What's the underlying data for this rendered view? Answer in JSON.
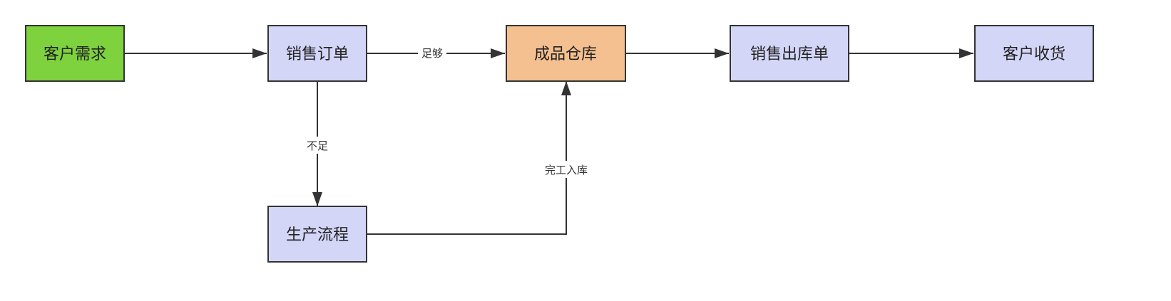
{
  "colors": {
    "start_fill": "#7ed23e",
    "warehouse_fill": "#f5c08f",
    "process_fill": "#d4d6f8",
    "stroke": "#333333",
    "edge": "#333333"
  },
  "nodes": {
    "customer_demand": "客户需求",
    "sales_order": "销售订单",
    "finished_goods_warehouse": "成品仓库",
    "sales_outbound_order": "销售出库单",
    "customer_receipt": "客户收货",
    "production_process": "生产流程"
  },
  "edges": {
    "sufficient": "足够",
    "insufficient": "不足",
    "completed_inbound": "完工入库"
  }
}
